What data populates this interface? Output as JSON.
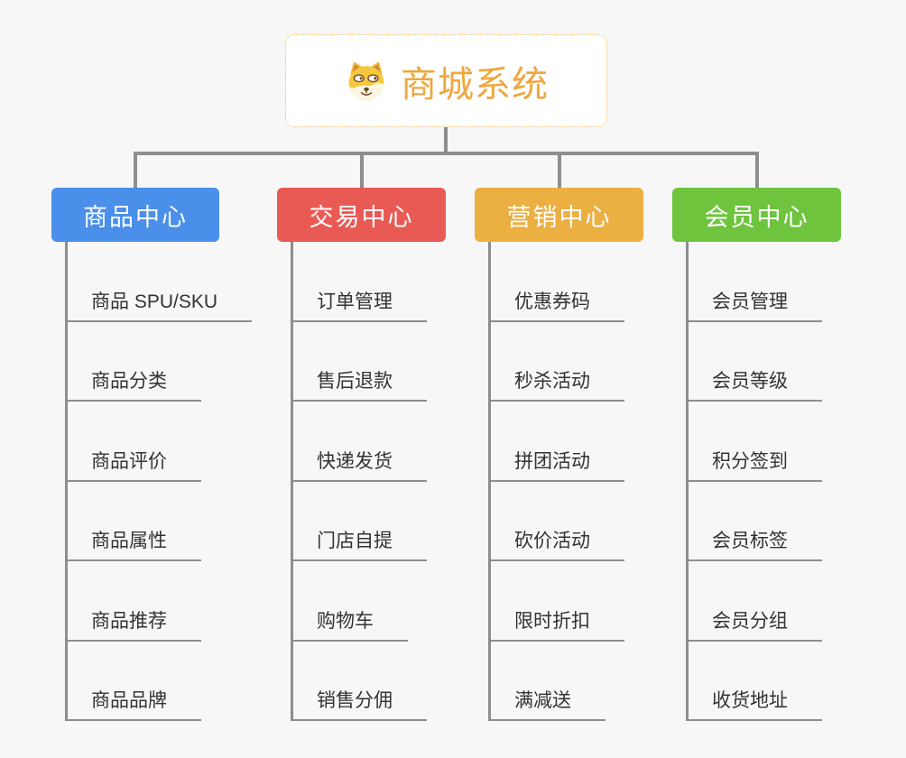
{
  "root": {
    "title": "商城系统",
    "icon": "doge-icon"
  },
  "branches": [
    {
      "id": "product-center",
      "label": "商品中心",
      "color": "#4a8fea",
      "children": [
        "商品 SPU/SKU",
        "商品分类",
        "商品评价",
        "商品属性",
        "商品推荐",
        "商品品牌"
      ]
    },
    {
      "id": "trade-center",
      "label": "交易中心",
      "color": "#ea5a55",
      "children": [
        "订单管理",
        "售后退款",
        "快递发货",
        "门店自提",
        "购物车",
        "销售分佣"
      ]
    },
    {
      "id": "marketing-center",
      "label": "营销中心",
      "color": "#ebaf42",
      "children": [
        "优惠券码",
        "秒杀活动",
        "拼团活动",
        "砍价活动",
        "限时折扣",
        "满减送"
      ]
    },
    {
      "id": "member-center",
      "label": "会员中心",
      "color": "#6fc43d",
      "children": [
        "会员管理",
        "会员等级",
        "积分签到",
        "会员标签",
        "会员分组",
        "收货地址"
      ]
    }
  ],
  "colors": {
    "background": "#f7f7f7",
    "connector": "#8e8e8e",
    "root_border": "#f2bb66",
    "root_text": "#f0a73e",
    "child_text": "#333333"
  }
}
